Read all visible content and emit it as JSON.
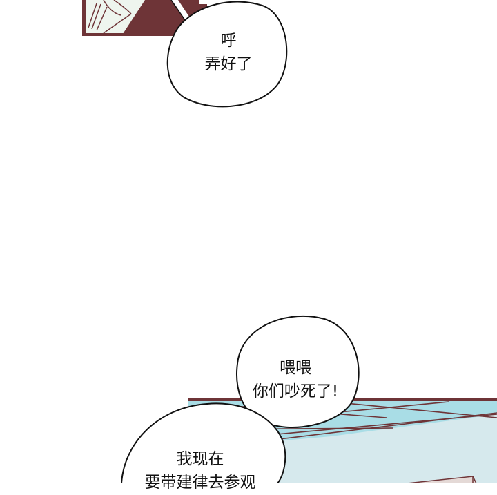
{
  "comic": {
    "colors": {
      "panel_maroon": "#6e3437",
      "panel_light": "#eef5ee",
      "ceiling_tile": "#a9dde6",
      "wall": "#d6e9ed",
      "outline": "#111111"
    },
    "bubbles": [
      {
        "id": "bubble-top",
        "lines": [
          "呼",
          "弄好了"
        ]
      },
      {
        "id": "bubble-middle",
        "lines": [
          "喂喂",
          "你们吵死了!"
        ]
      },
      {
        "id": "bubble-bottom",
        "lines": [
          "我现在",
          "要带建律去参观"
        ]
      }
    ]
  }
}
